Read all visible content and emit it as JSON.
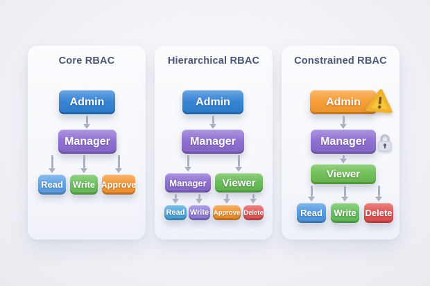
{
  "page": {
    "background": "#f1f2f7",
    "arrow_color": "#aab0c2",
    "title_color": "#4b5575"
  },
  "icons": {
    "warning": "warning-triangle-icon",
    "lock": "lock-icon"
  },
  "cards": [
    {
      "title": "Core RBAC",
      "level1": {
        "label": "Admin",
        "color": "#2e7fd4"
      },
      "level2": {
        "label": "Manager",
        "color": "#8a6ad0"
      },
      "leaves": [
        {
          "label": "Read",
          "color": "#5b9fe3"
        },
        {
          "label": "Write",
          "color": "#67bd57"
        },
        {
          "label": "Approve",
          "color": "#f3932f"
        }
      ]
    },
    {
      "title": "Hierarchical RBAC",
      "level1": {
        "label": "Admin",
        "color": "#2e7fd4"
      },
      "level2": {
        "label": "Manager",
        "color": "#8a6ad0"
      },
      "level3": [
        {
          "label": "Manager",
          "color": "#8a6ad0"
        },
        {
          "label": "Viewer",
          "color": "#63ba52"
        }
      ],
      "leaves": [
        {
          "label": "Read",
          "color": "#49a5da"
        },
        {
          "label": "Write",
          "color": "#8f7ad8"
        },
        {
          "label": "Approve",
          "color": "#f08f2e"
        },
        {
          "label": "Delete",
          "color": "#e25555"
        }
      ]
    },
    {
      "title": "Constrained RBAC",
      "level1": {
        "label": "Admin",
        "color": "#f79a2e",
        "badge": "warning"
      },
      "level2": {
        "label": "Manager",
        "color": "#8a6ad0",
        "badge": "lock"
      },
      "level3": {
        "label": "Viewer",
        "color": "#6cbd52"
      },
      "leaves": [
        {
          "label": "Read",
          "color": "#4f97e0"
        },
        {
          "label": "Write",
          "color": "#63bd59"
        },
        {
          "label": "Delete",
          "color": "#e05050"
        }
      ]
    }
  ]
}
